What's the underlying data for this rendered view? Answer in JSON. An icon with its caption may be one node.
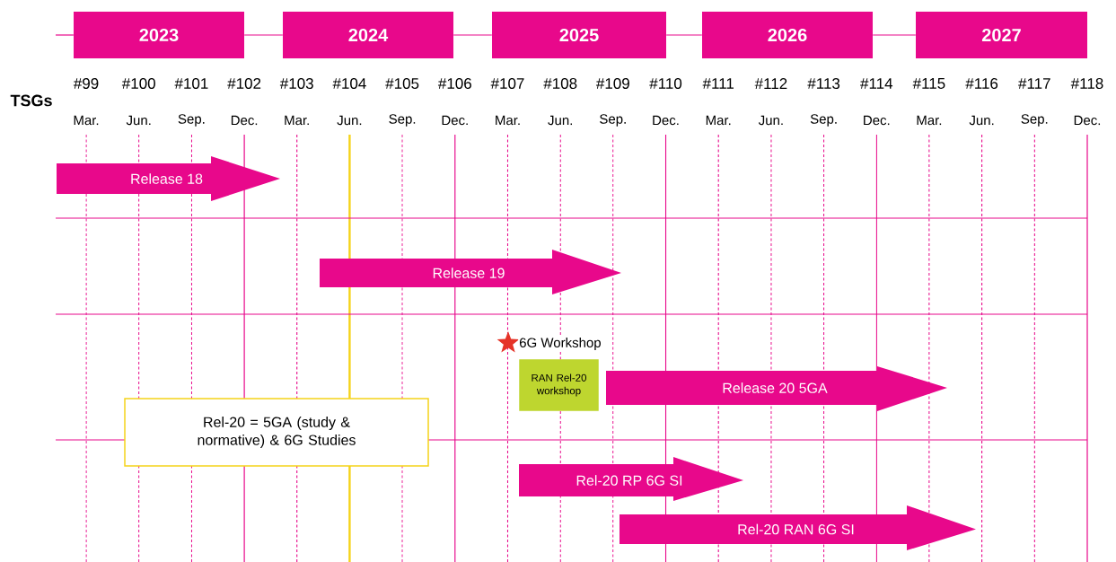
{
  "diagram": {
    "nodes": [
      {
        "text": [
          "2023"
        ]
      },
      {
        "text": [
          "2024"
        ]
      },
      {
        "text": [
          "2025"
        ]
      },
      {
        "text": [
          "2026"
        ]
      },
      {
        "text": [
          "2027"
        ]
      },
      {
        "text": [
          "Release 18"
        ]
      },
      {
        "text": [
          "Release 19"
        ]
      },
      {
        "text": [
          "RAN Rel-20 workshop"
        ]
      },
      {
        "text": [
          "Release 20 5GA"
        ]
      },
      {
        "text": [
          "Rel-20 = 5GA (study & normative) & 6G Studies"
        ]
      },
      {
        "text": [
          "Rel-20 RP 6G SI"
        ]
      },
      {
        "text": [
          "Rel-20 RAN 6G SI"
        ]
      }
    ],
    "edges": [
      {
        "from": null,
        "to": 0,
        "arrow": "none"
      },
      {
        "from": 0,
        "to": 1,
        "arrow": "none"
      },
      {
        "from": 1,
        "to": 2,
        "arrow": "none"
      },
      {
        "from": 2,
        "to": 3,
        "arrow": "none"
      },
      {
        "from": 3,
        "to": 4,
        "arrow": "none"
      }
    ],
    "labels": [
      "#99",
      "#100",
      "#101",
      "#102",
      "#103",
      "#104",
      "#105",
      "#106",
      "#107",
      "#108",
      "#109",
      "#110",
      "#111",
      "#112",
      "#113",
      "#114",
      "#115",
      "#116",
      "#117",
      "#118",
      "TSGs",
      "Mar.",
      "Jun.",
      "Sep.",
      "Dec.",
      "Mar.",
      "Jun.",
      "Sep.",
      "Dec.",
      "Mar.",
      "Jun.",
      "Sep.",
      "Dec.",
      "Mar.",
      "Jun.",
      "Sep.",
      "Dec.",
      "Mar.",
      "Jun.",
      "Sep.",
      "Dec.",
      "6G Workshop"
    ]
  }
}
